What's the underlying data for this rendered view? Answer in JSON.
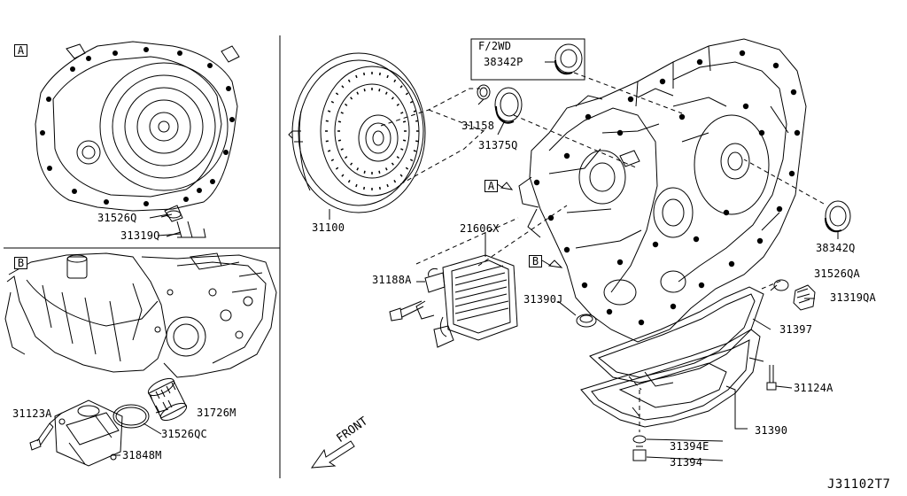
{
  "sections": {
    "a": "A",
    "b": "B"
  },
  "labels": {
    "p31526Q": "31526Q",
    "p31319Q": "31319Q",
    "p31100": "31100",
    "p31158": "31158",
    "p31375Q": "31375Q",
    "f2wd": "F/2WD",
    "p38342P": "38342P",
    "p38342Q": "38342Q",
    "p21606X": "21606X",
    "p31188A": "31188A",
    "p31390J": "31390J",
    "p31526QA": "31526QA",
    "p31319QA": "31319QA",
    "p31397": "31397",
    "p31124A": "31124A",
    "p31390": "31390",
    "p31394E": "31394E",
    "p31394": "31394",
    "p31123A": "31123A",
    "p31726M": "31726M",
    "p31526QC": "31526QC",
    "p31848M": "31848M"
  },
  "callouts": {
    "a": "A",
    "b": "B"
  },
  "front_label": "FRONT",
  "diagram_ref": "J31102T7"
}
